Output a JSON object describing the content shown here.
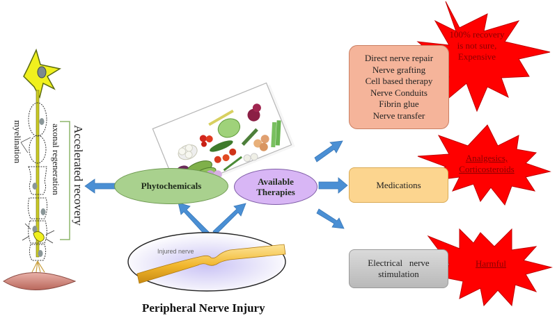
{
  "neuron": {
    "label_recovery": "Accelerated recovery",
    "label_regeneration": "axonal regeneration",
    "label_myelination": "myelination"
  },
  "phytochemicals": {
    "label": "Phytochemicals"
  },
  "therapies": {
    "label_line1": "Available",
    "label_line2": "Therapies"
  },
  "injury": {
    "inset_label": "Injured nerve",
    "title": "Peripheral Nerve Injury"
  },
  "therapy_boxes": [
    {
      "items": [
        "Direct nerve repair",
        "Nerve grafting",
        "Cell based therapy",
        "Nerve Conduits",
        "Fibrin glue",
        "Nerve transfer"
      ],
      "color": "#f5b49a"
    },
    {
      "items": [
        "Medications"
      ],
      "color": "#fcd58f"
    },
    {
      "items": [
        "Electrical   nerve",
        "stimulation"
      ],
      "color": "#c9c9c9"
    }
  ],
  "drawbacks": [
    {
      "lines": [
        "100% recovery",
        "is not sure,",
        "Expensive"
      ]
    },
    {
      "lines": [
        "Analgesics,",
        "Corticosteroids"
      ]
    },
    {
      "lines": [
        "Harmful"
      ]
    }
  ],
  "colors": {
    "arrow": "#4a8fd4",
    "star": "#ff0000",
    "phyto_fill": "#a9d18e",
    "therapy_fill": "#d8b6f5",
    "bracket": "#8db56b"
  }
}
